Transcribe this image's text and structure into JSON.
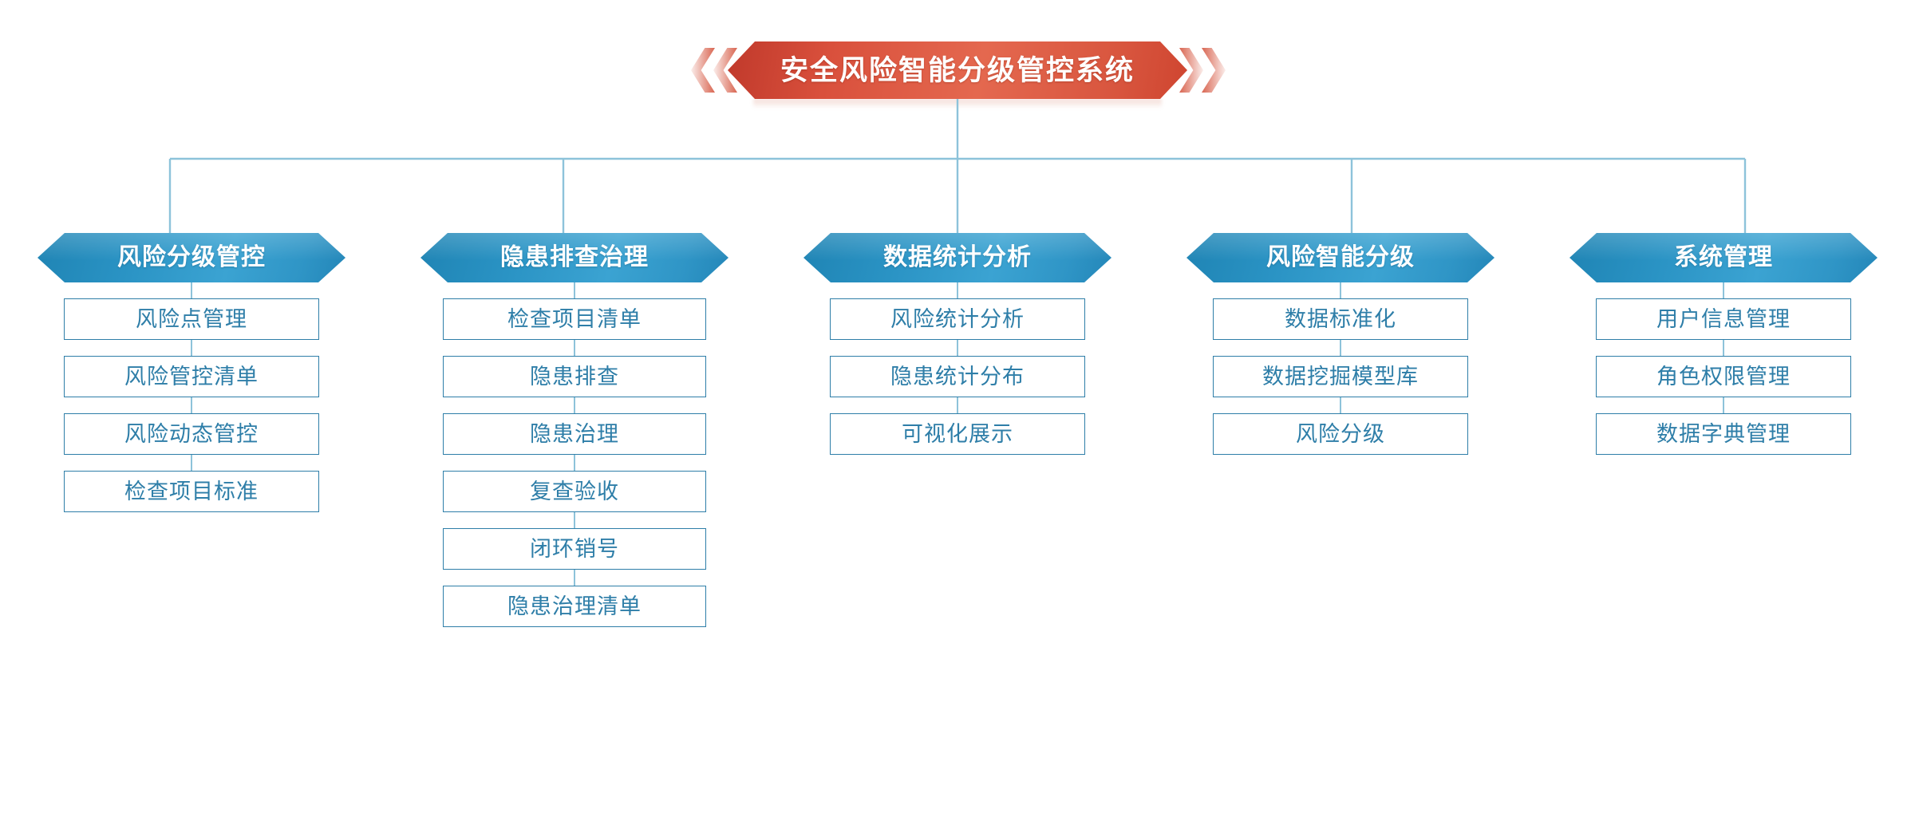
{
  "diagram": {
    "title": "安全风险智能分级管控系统",
    "type": "functional-architecture-tree",
    "colors": {
      "title_banner_dark": "#c0392b",
      "title_banner_light": "#e4684f",
      "column_header_blue": "#2a93c4",
      "item_border": "#2e7ea8",
      "item_text": "#2e7ea8",
      "connector_line": "#8dc3da",
      "page_background": "#ffffff"
    },
    "columns": [
      {
        "header": "风险分级管控",
        "items": [
          "风险点管理",
          "风险管控清单",
          "风险动态管控",
          "检查项目标准"
        ]
      },
      {
        "header": "隐患排查治理",
        "items": [
          "检查项目清单",
          "隐患排查",
          "隐患治理",
          "复查验收",
          "闭环销号",
          "隐患治理清单"
        ]
      },
      {
        "header": "数据统计分析",
        "items": [
          "风险统计分析",
          "隐患统计分布",
          "可视化展示"
        ]
      },
      {
        "header": "风险智能分级",
        "items": [
          "数据标准化",
          "数据挖掘模型库",
          "风险分级"
        ]
      },
      {
        "header": "系统管理",
        "items": [
          "用户信息管理",
          "角色权限管理",
          "数据字典管理"
        ]
      }
    ]
  }
}
